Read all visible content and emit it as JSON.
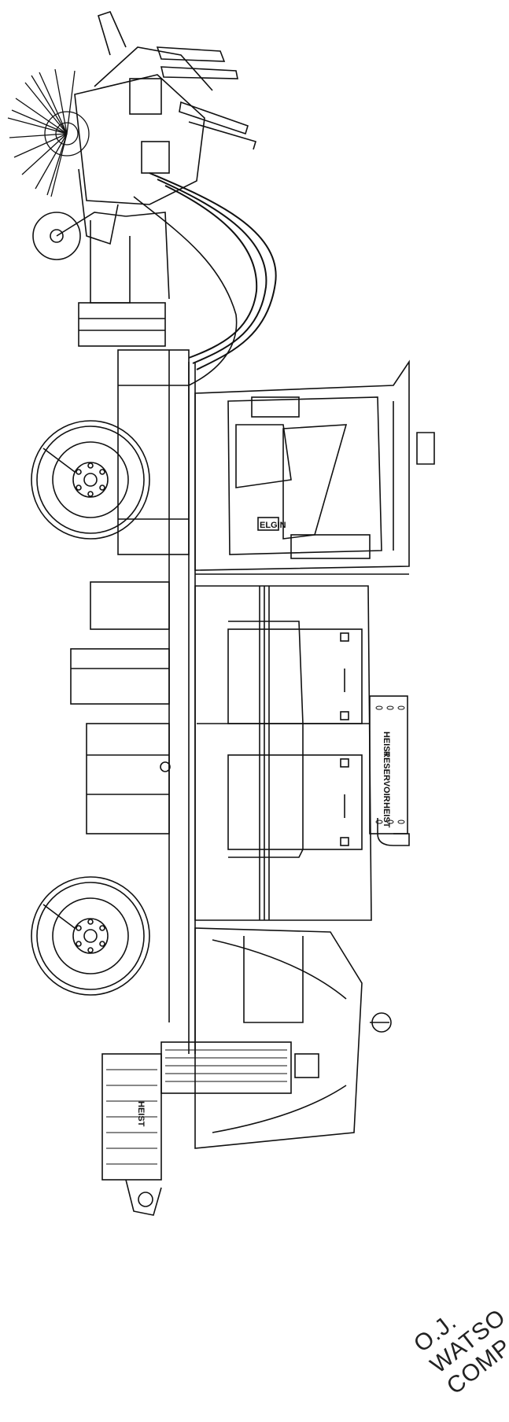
{
  "drawing": {
    "plate_text": [
      "HEIST",
      "RESERVOIR",
      "HEIST"
    ],
    "side_grill_text": "HEIST",
    "cab_badge": "ELGIN"
  },
  "stamp": {
    "line1": "O.J.",
    "line2": "WATSO",
    "line3": "COMP"
  }
}
